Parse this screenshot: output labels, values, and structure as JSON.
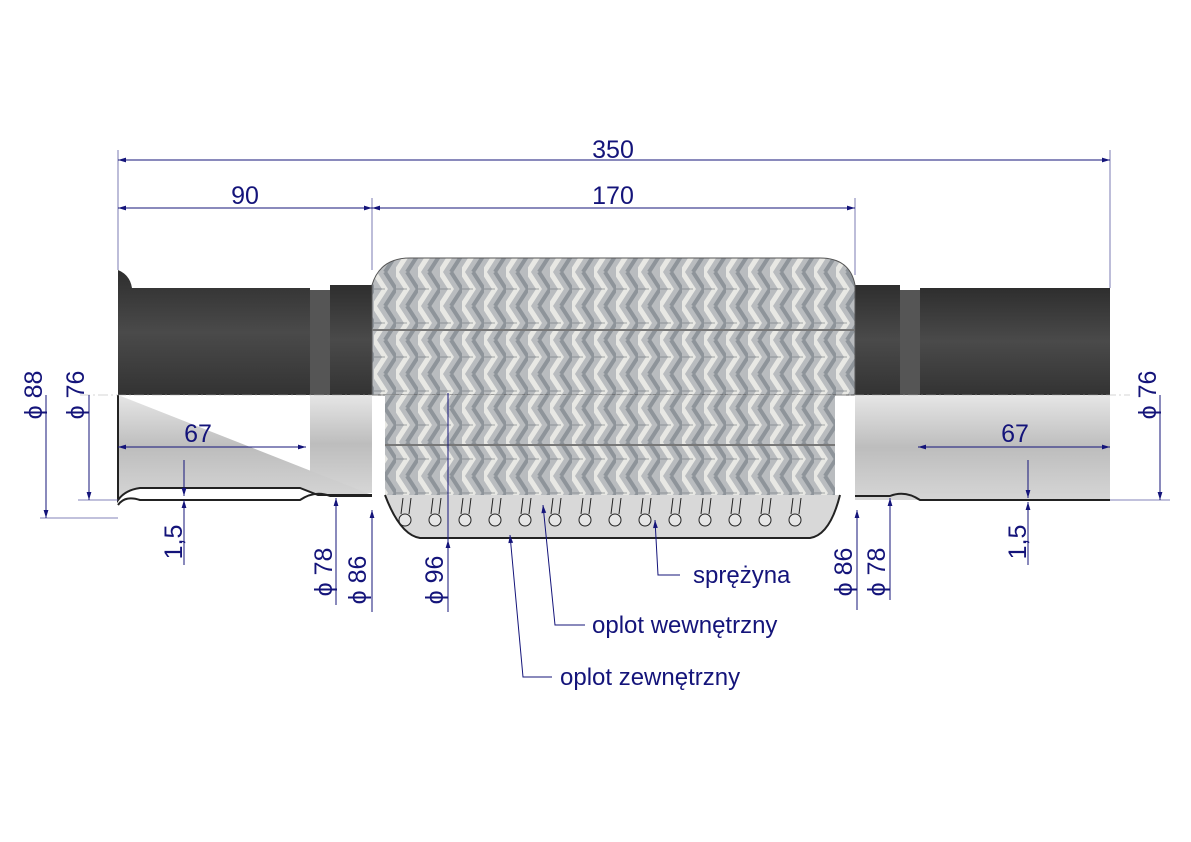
{
  "drawing": {
    "title": "Flexible exhaust pipe connector cross-section",
    "dimensions": {
      "overall_length": "350",
      "left_end_length": "90",
      "braided_length": "170",
      "left_inner_length": "67",
      "right_inner_length": "67",
      "left_wall": "1,5",
      "right_wall": "1,5",
      "left_flange_dia": "ϕ 88",
      "left_pipe_dia": "ϕ 76",
      "right_pipe_dia": "ϕ 76",
      "left_inner_sleeve_dia": "ϕ 78",
      "left_outer_sleeve_dia": "ϕ 86",
      "braid_dia": "ϕ 96",
      "right_outer_sleeve_dia": "ϕ 86",
      "right_inner_sleeve_dia": "ϕ 78"
    },
    "callouts": {
      "spring": "sprężyna",
      "inner_braid": "oplot wewnętrzny",
      "outer_braid": "oplot zewnętrzny"
    },
    "colors": {
      "dimension": "#14147a",
      "pipe_dark": "#3a3a3a",
      "pipe_section": "#c4c4c4"
    }
  }
}
